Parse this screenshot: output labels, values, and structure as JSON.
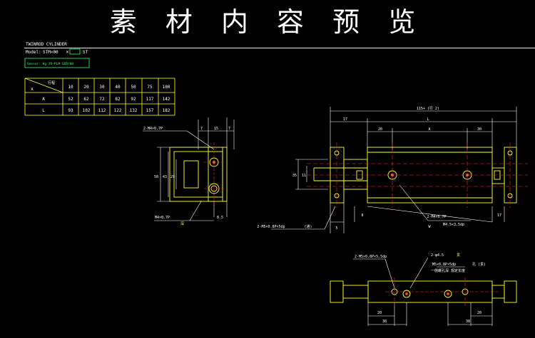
{
  "banner": {
    "title": "素 材 内 容 预 览"
  },
  "title_block": {
    "title": "TWINROD CYLINDER",
    "model_label": "Model:",
    "model_value": "STM×00",
    "model_sep": "×",
    "model_suffix": "ST",
    "note": "Sensor: Hg JR-PLM-SED/08"
  },
  "stroke_table": {
    "corner_top": "行程",
    "corner_bottom": "A",
    "columns": [
      "10",
      "20",
      "30",
      "40",
      "50",
      "75",
      "100"
    ],
    "rows": [
      {
        "label": "A",
        "values": [
          "52",
          "62",
          "72",
          "82",
          "92",
          "117",
          "142"
        ]
      },
      {
        "label": "L",
        "values": [
          "93",
          "102",
          "112",
          "122",
          "132",
          "157",
          "182"
        ]
      }
    ]
  },
  "side_view": {
    "port_label": "2-M4×0.7P",
    "top_dims": [
      "7",
      "15",
      "7"
    ],
    "height_dims": [
      "50",
      "43",
      "29"
    ],
    "bottom_label": "M4×0.7P",
    "bottom_sub": "深",
    "bottom_dim": "8.5"
  },
  "front_view": {
    "overall": "115+ (行 2)",
    "dim_17_left": "17",
    "L": "L",
    "dim_20": "20",
    "A": "A",
    "dim_30": "30",
    "left_h1": "35",
    "left_h2": "11",
    "bolt_label": "2-M4×0.7P",
    "bore_label": "M4.5×3.5dp",
    "W": "W",
    "dim_8": "8",
    "dim_5": "5",
    "dim_17_right": "17",
    "mount_label": "2-M5×0.8P×5dp",
    "mount_sub": "(通)"
  },
  "bottom_view": {
    "top_label": "2-M5×0.8P×5.5dp",
    "hole_label": "2-φ4.5",
    "hole_sub": "贯",
    "tap_label": "M5×0.8P×5dp",
    "depth_note": "一侧螺孔深 规定长度",
    "paren": "孔  (贯)",
    "dims": [
      "20",
      "38",
      "20",
      "38"
    ]
  },
  "colors": {
    "background": "#000000",
    "outline": "#ffff33",
    "dimension": "#ffffff",
    "centerline": "#ff2a2a",
    "hole": "#ff5533",
    "accent": "#33ff66"
  }
}
